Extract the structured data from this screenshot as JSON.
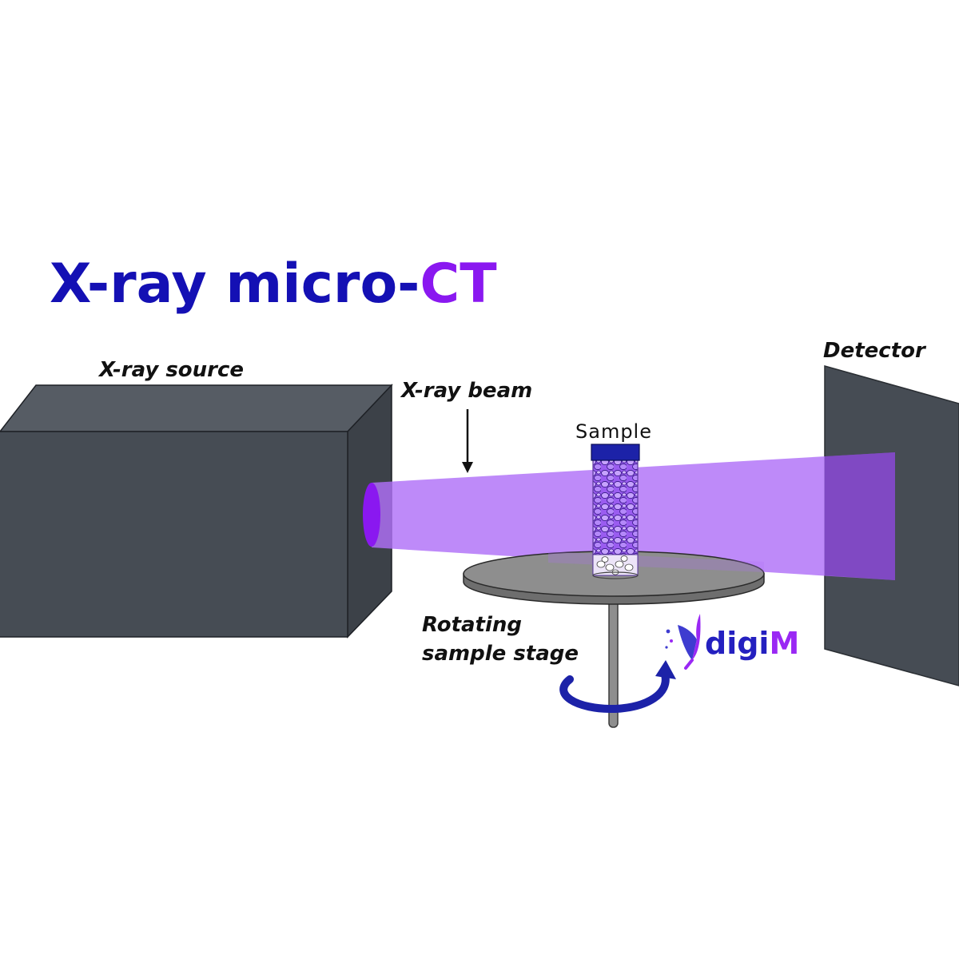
{
  "title": {
    "part1": "X-ray micro-",
    "part2": "CT"
  },
  "labels": {
    "source": "X-ray source",
    "beam": "X-ray beam",
    "sample": "Sample",
    "detector": "Detector",
    "stage_line1": "Rotating",
    "stage_line2": "sample stage"
  },
  "logo": {
    "text_part1": "digi",
    "text_part2": "M"
  },
  "colors": {
    "title_blue": "#1410b4",
    "title_purple": "#8a18f0",
    "device_gray": "#464c54",
    "beam_purple": "#b070f8",
    "stage_gray": "#8e8e8e",
    "rotation_arrow": "#1c22a8",
    "logo_blue": "#2420c0",
    "logo_purple": "#9a28f4"
  }
}
